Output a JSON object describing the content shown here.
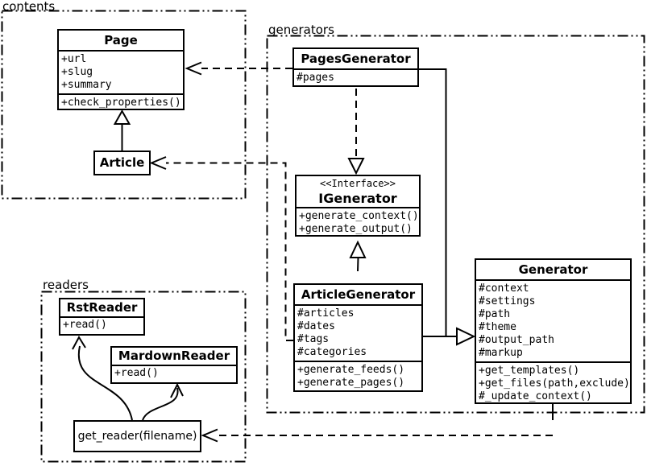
{
  "diagram": {
    "packages": {
      "contents": {
        "label": "contents"
      },
      "generators": {
        "label": "generators"
      },
      "readers": {
        "label": "readers"
      }
    },
    "classes": {
      "page": {
        "title": "Page",
        "attributes": [
          "+url",
          "+slug",
          "+summary"
        ],
        "methods": [
          "+check_properties()"
        ]
      },
      "article": {
        "title": "Article"
      },
      "pages_generator": {
        "title": "PagesGenerator",
        "attributes": [
          "#pages"
        ]
      },
      "igenerator": {
        "stereotype": "<<Interface>>",
        "title": "IGenerator",
        "methods": [
          "+generate_context()",
          "+generate_output()"
        ]
      },
      "article_generator": {
        "title": "ArticleGenerator",
        "attributes": [
          "#articles",
          "#dates",
          "#tags",
          "#categories"
        ],
        "methods": [
          "+generate_feeds()",
          "+generate_pages()"
        ]
      },
      "generator": {
        "title": "Generator",
        "attributes": [
          "#context",
          "#settings",
          "#path",
          "#theme",
          "#output_path",
          "#markup"
        ],
        "methods": [
          "+get_templates()",
          "+get_files(path,exclude)",
          "#_update_context()"
        ]
      },
      "rst_reader": {
        "title": "RstReader",
        "methods": [
          "+read()"
        ]
      },
      "mardown_reader": {
        "title": "MardownReader",
        "methods": [
          "+read()"
        ]
      },
      "get_reader": {
        "label": "get_reader(filename)"
      }
    },
    "colors": {
      "line": "#000000",
      "background": "#ffffff"
    }
  }
}
